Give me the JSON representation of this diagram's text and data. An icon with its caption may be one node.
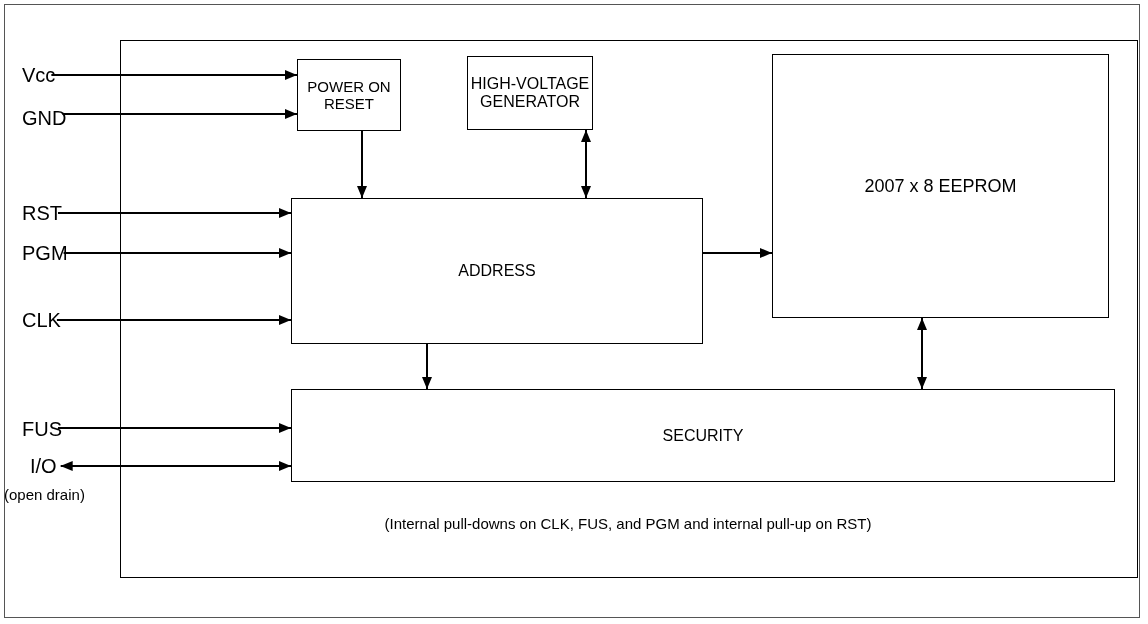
{
  "diagram": {
    "nodes": [
      {
        "text": [],
        "shape": "box"
      },
      {
        "text": [
          "Vcc"
        ]
      },
      {
        "text": [
          "GND"
        ]
      },
      {
        "text": [
          "RST"
        ]
      },
      {
        "text": [
          "PGM"
        ]
      },
      {
        "text": [
          "CLK"
        ]
      },
      {
        "text": [
          "FUS"
        ]
      },
      {
        "text": [
          "I/O"
        ],
        "beside": [
          "(open drain)"
        ]
      },
      {
        "text": [
          "POWER ON RESET"
        ],
        "in": 0
      },
      {
        "text": [
          "HIGH-VOLTAGE GENERATOR"
        ],
        "in": 0
      },
      {
        "text": [
          "2007 x 8 EEPROM"
        ],
        "in": 0
      },
      {
        "text": [
          "ADDRESS"
        ],
        "in": 0
      },
      {
        "text": [
          "SECURITY"
        ],
        "in": 0
      }
    ],
    "edges": [
      {
        "from": 1,
        "to": 8,
        "arrow": "to"
      },
      {
        "from": 2,
        "to": 8,
        "arrow": "to"
      },
      {
        "from": 8,
        "to": 11,
        "arrow": "to"
      },
      {
        "from": 9,
        "to": 11,
        "arrow": "both"
      },
      {
        "from": 3,
        "to": 11,
        "arrow": "to"
      },
      {
        "from": 4,
        "to": 11,
        "arrow": "to"
      },
      {
        "from": 5,
        "to": 11,
        "arrow": "to"
      },
      {
        "from": 11,
        "to": 10,
        "arrow": "to"
      },
      {
        "from": 11,
        "to": 12,
        "arrow": "to"
      },
      {
        "from": 10,
        "to": 12,
        "arrow": "both"
      },
      {
        "from": 6,
        "to": 12,
        "arrow": "to"
      },
      {
        "from": 7,
        "to": 12,
        "arrow": "both"
      }
    ],
    "labels": [
      "(Internal pull-downs on CLK, FUS, and PGM and internal pull-up on RST)"
    ]
  }
}
